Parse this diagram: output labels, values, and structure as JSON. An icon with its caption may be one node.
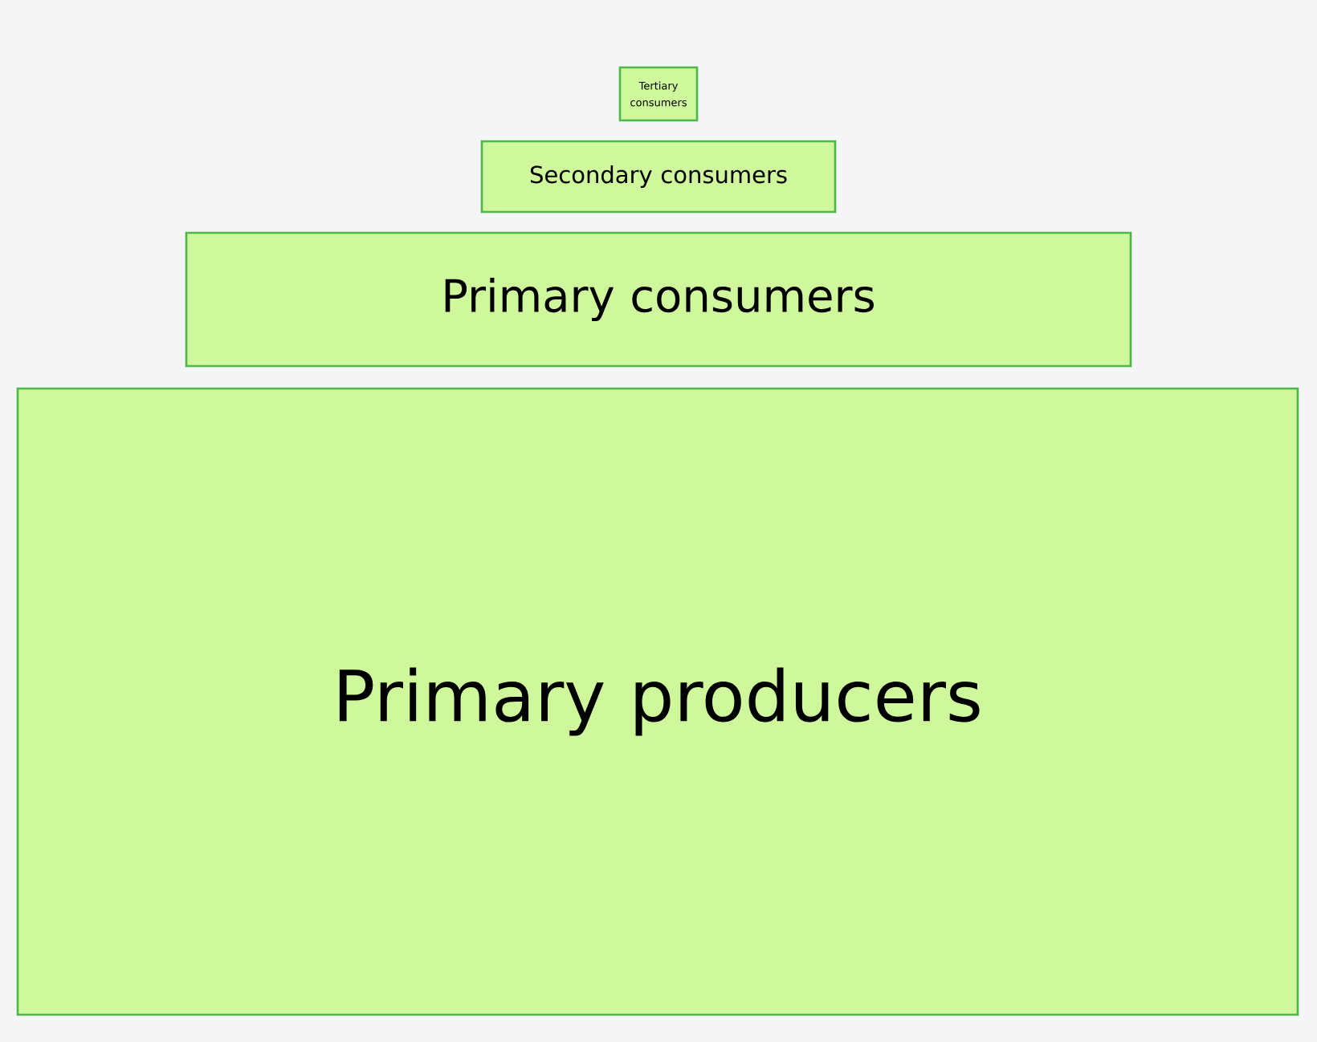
{
  "diagram": {
    "nodes": [
      {
        "text": [
          "Tertiary consumers"
        ]
      },
      {
        "text": [
          "Secondary consumers"
        ]
      },
      {
        "text": [
          "Primary consumers"
        ]
      },
      {
        "text": [
          "Primary producers"
        ]
      }
    ]
  }
}
